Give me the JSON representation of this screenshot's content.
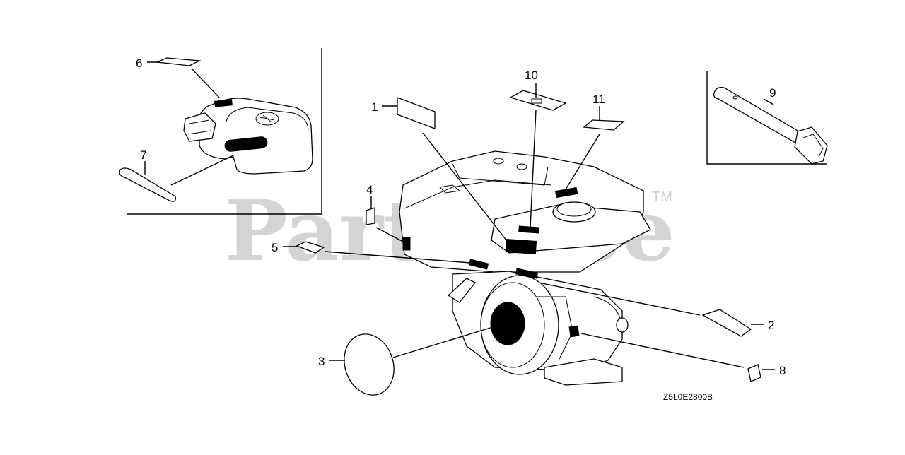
{
  "diagram": {
    "drawing_code": "Z5L0E2800B",
    "watermark": "PartsTree",
    "watermark_tm": "TM",
    "callouts": [
      {
        "id": "1",
        "label": "1"
      },
      {
        "id": "2",
        "label": "2"
      },
      {
        "id": "3",
        "label": "3"
      },
      {
        "id": "4",
        "label": "4"
      },
      {
        "id": "5",
        "label": "5"
      },
      {
        "id": "6",
        "label": "6"
      },
      {
        "id": "7",
        "label": "7"
      },
      {
        "id": "8",
        "label": "8"
      },
      {
        "id": "9",
        "label": "9"
      },
      {
        "id": "10",
        "label": "10"
      },
      {
        "id": "11",
        "label": "11"
      }
    ]
  }
}
